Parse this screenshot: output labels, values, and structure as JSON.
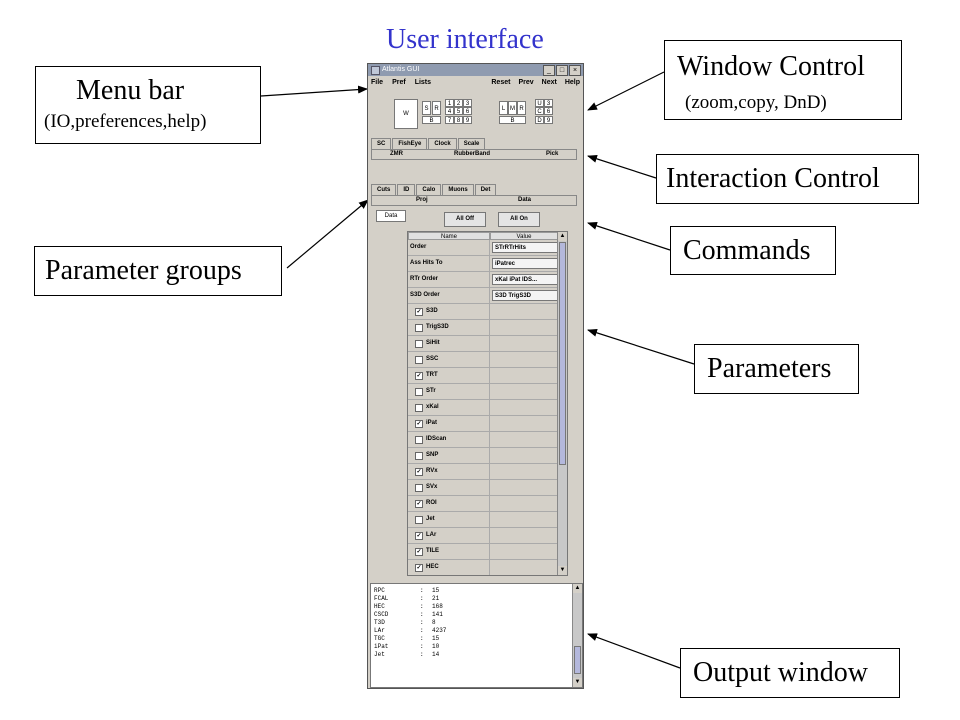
{
  "title": "User interface",
  "callouts": {
    "menu_bar": {
      "label": "Menu bar",
      "sub": "(IO,preferences,help)"
    },
    "window_control": {
      "label": "Window Control",
      "sub": "(zoom,copy, DnD)"
    },
    "interaction_control": {
      "label": "Interaction Control"
    },
    "commands": {
      "label": "Commands"
    },
    "parameter_groups": {
      "label": "Parameter groups"
    },
    "parameters": {
      "label": "Parameters"
    },
    "output_window": {
      "label": "Output window"
    }
  },
  "gui": {
    "window_title": "Atlantis GUI",
    "window_buttons": [
      "_",
      "□",
      "×"
    ],
    "menu_left": [
      "File",
      "Pref",
      "Lists"
    ],
    "menu_right": [
      "Reset",
      "Prev",
      "Next",
      "Help"
    ],
    "wc": {
      "w": "W",
      "s": "S",
      "r": "R",
      "b1": "B",
      "grid": [
        "1",
        "2",
        "3",
        "4",
        "5",
        "6",
        "7",
        "8",
        "9"
      ],
      "l": "L",
      "m": "M",
      "r2": "R",
      "b2": "B",
      "u": "U",
      "three": "3",
      "c": "C",
      "six": "6",
      "d": "D",
      "nine": "9"
    },
    "interaction_tabs": [
      "SC",
      "FishEye",
      "Clock",
      "Scale"
    ],
    "interaction_bar": [
      "ZMR",
      "RubberBand",
      "Pick"
    ],
    "group_tabs": [
      "Cuts",
      "ID",
      "Calo",
      "Muons",
      "Det"
    ],
    "group_bar": [
      "Proj",
      "Data"
    ],
    "side_button": "Data",
    "commands": {
      "all_off": "All Off",
      "all_on": "All On"
    },
    "table_headers": {
      "name": "Name",
      "value": "Value"
    },
    "combo_rows": [
      {
        "name": "Order",
        "value": "STrRTrHits"
      },
      {
        "name": "Ass Hits To",
        "value": "iPatrec"
      },
      {
        "name": "RTr Order",
        "value": "xKal iPat IDS..."
      },
      {
        "name": "S3D Order",
        "value": "S3D TrigS3D"
      }
    ],
    "check_rows": [
      {
        "name": "S3D",
        "mark": "✓"
      },
      {
        "name": "TrigS3D",
        "mark": ""
      },
      {
        "name": "SiHit",
        "mark": ""
      },
      {
        "name": "SSC",
        "mark": ""
      },
      {
        "name": "TRT",
        "mark": "✓"
      },
      {
        "name": "STr",
        "mark": ""
      },
      {
        "name": "xKal",
        "mark": ""
      },
      {
        "name": "iPat",
        "mark": "✓"
      },
      {
        "name": "IDScan",
        "mark": ""
      },
      {
        "name": "SNP",
        "mark": ""
      },
      {
        "name": "RVx",
        "mark": "✓"
      },
      {
        "name": "SVx",
        "mark": ""
      },
      {
        "name": "ROI",
        "mark": "✓"
      },
      {
        "name": "Jet",
        "mark": ""
      },
      {
        "name": "LAr",
        "mark": "✓"
      },
      {
        "name": "TILE",
        "mark": "✓"
      },
      {
        "name": "HEC",
        "mark": "✓"
      }
    ],
    "output_lines": [
      {
        "key": "RPC",
        "sep": ":",
        "val": "15"
      },
      {
        "key": "FCAL",
        "sep": ":",
        "val": "21"
      },
      {
        "key": "HEC",
        "sep": ":",
        "val": "168"
      },
      {
        "key": "CSCD",
        "sep": ":",
        "val": "141"
      },
      {
        "key": "T3D",
        "sep": ":",
        "val": "8"
      },
      {
        "key": "LAr",
        "sep": ":",
        "val": "4237"
      },
      {
        "key": "TGC",
        "sep": ":",
        "val": "15"
      },
      {
        "key": "iPat",
        "sep": ":",
        "val": "10"
      },
      {
        "key": "Jet",
        "sep": ":",
        "val": "14"
      }
    ]
  }
}
